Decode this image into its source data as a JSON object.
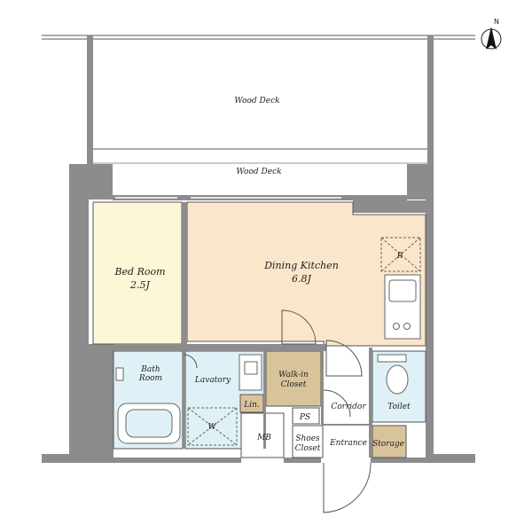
{
  "north": {
    "label": "N"
  },
  "rooms": {
    "wood_deck_upper": "Wood Deck",
    "wood_deck_lower": "Wood Deck",
    "bed_room": {
      "name": "Bed Room",
      "size": "2.5J"
    },
    "dining_kitchen": {
      "name": "Dining Kitchen",
      "size": "6.8J"
    },
    "fridge": "R",
    "bath_room": {
      "line1": "Bath",
      "line2": "Room"
    },
    "lavatory": "Lavatory",
    "washer": "W",
    "linen": "Lin.",
    "walk_in_closet": {
      "line1": "Walk-in",
      "line2": "Closet"
    },
    "corridor": "Corridor",
    "toilet": "Toilet",
    "ps": "PS",
    "mb": "MB",
    "shoes_closet": {
      "line1": "Shoes",
      "line2": "Closet"
    },
    "entrance": "Entrance",
    "storage": "Storage"
  },
  "colors": {
    "wall": "#8c8c8c",
    "dining_kitchen": "#f9e6cb",
    "bed_room": "#fbf7d7",
    "wet_area": "#dff1f7",
    "closet": "#d9c39a",
    "line": "#555555"
  }
}
